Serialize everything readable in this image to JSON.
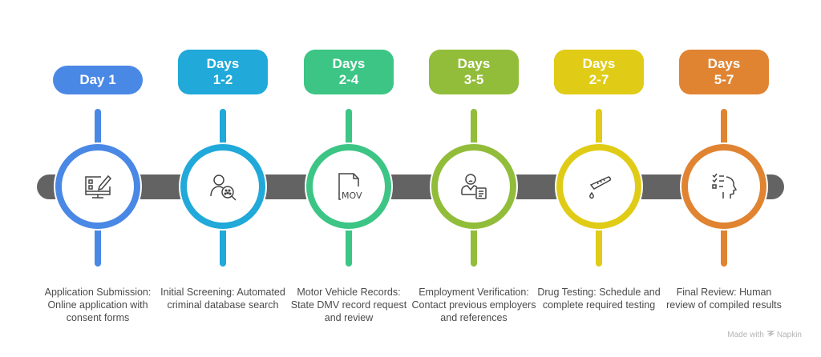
{
  "stages": [
    {
      "badge_line1": "Day 1",
      "badge_line2": "",
      "color": "#4a88e5",
      "icon": "computer-form-edit-icon",
      "description": "Application Submission: Online application with consent forms"
    },
    {
      "badge_line1": "Days",
      "badge_line2": "1-2",
      "color": "#20a9d9",
      "icon": "person-search-icon",
      "description": "Initial Screening: Automated criminal database search"
    },
    {
      "badge_line1": "Days",
      "badge_line2": "2-4",
      "color": "#3cc585",
      "icon": "mov-file-icon",
      "icon_text": "MOV",
      "description": "Motor Vehicle Records: State DMV record request and review"
    },
    {
      "badge_line1": "Days",
      "badge_line2": "3-5",
      "color": "#92bd3a",
      "icon": "employee-document-icon",
      "description": "Employment Verification: Contact previous employers and references"
    },
    {
      "badge_line1": "Days",
      "badge_line2": "2-7",
      "color": "#e0cc17",
      "icon": "test-tube-drop-icon",
      "description": "Drug Testing: Schedule and complete required testing"
    },
    {
      "badge_line1": "Days",
      "badge_line2": "5-7",
      "color": "#e08432",
      "icon": "checklist-head-icon",
      "description": "Final Review: Human review of compiled results"
    }
  ],
  "timeline_color": "#636363",
  "watermark": {
    "prefix": "Made with",
    "brand": "Napkin"
  }
}
